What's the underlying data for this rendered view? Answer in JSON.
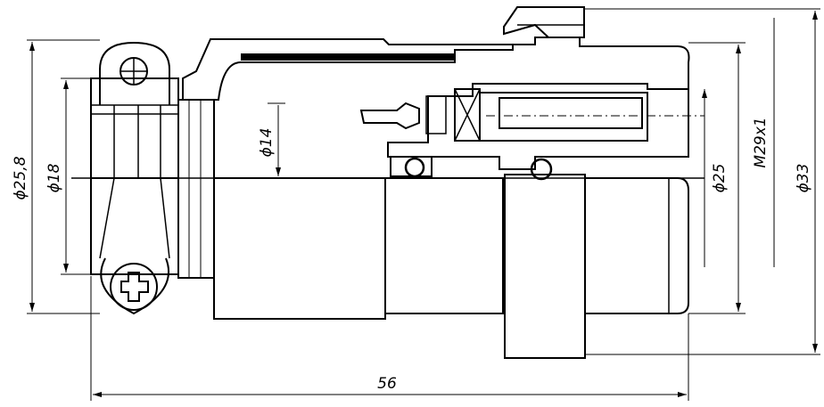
{
  "dimensions": {
    "d25_8": "ϕ25,8",
    "d18": "ϕ18",
    "d14": "ϕ14",
    "d25": "ϕ25",
    "m29": "M29x1",
    "d33": "ϕ33",
    "len56": "56"
  },
  "colors": {
    "line": "#000000",
    "background": "#ffffff"
  }
}
